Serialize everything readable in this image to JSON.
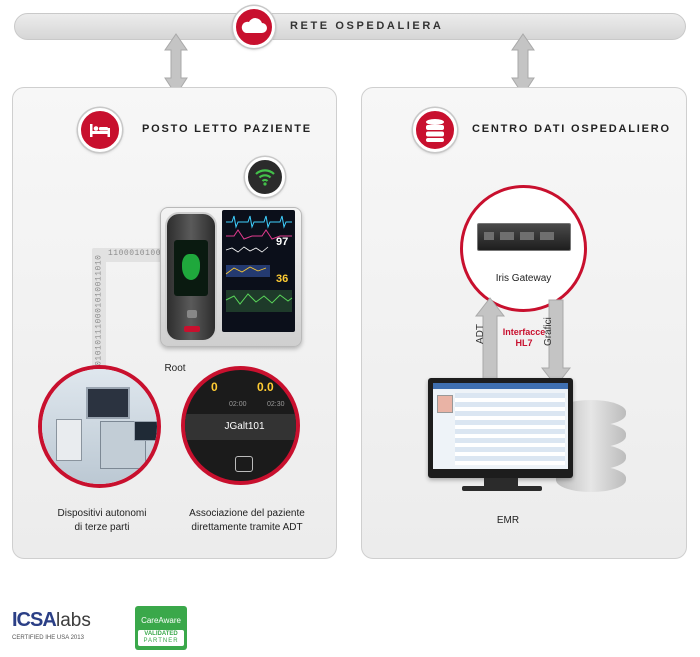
{
  "network": {
    "title": "RETE OSPEDALIERA",
    "icon": "cloud-icon"
  },
  "bedside": {
    "title": "POSTO LETTO PAZIENTE",
    "icon": "bed-icon",
    "device_label": "Root",
    "wifi_icon": "wifi-icon",
    "data_stream": "1000101011000101100010100011001010",
    "monitor_values": [
      "97",
      "36"
    ],
    "third_party_caption": [
      "Dispositivi autonomi",
      "di terze parti"
    ],
    "adt_caption": [
      "Associazione del paziente",
      "direttamente tramite ADT"
    ],
    "zoom_screen": {
      "v1": "0",
      "v2": "0.0",
      "t1": "02:00",
      "t2": "02:30",
      "patient_id": "JGalt101"
    }
  },
  "datacenter": {
    "title": "CENTRO DATI OSPEDALIERO",
    "icon": "database-icon",
    "gateway_label": "Iris Gateway",
    "interface_label": [
      "Interfacce",
      "HL7"
    ],
    "adt_arrow_label": "ADT",
    "charts_arrow_label": "Grafici",
    "emr_label": "EMR"
  },
  "logos": {
    "icsa": "ICSA",
    "icsa_suffix": "labs",
    "icsa_sub": "CERTIFIED  IHE USA 2013",
    "careaware": "CareAware",
    "careaware_sub1": "VALIDATED",
    "careaware_sub2": "PARTNER"
  },
  "colors": {
    "accent": "#c8102e",
    "panel": "#f0f0f0",
    "arrow": "#c4c4c4"
  }
}
